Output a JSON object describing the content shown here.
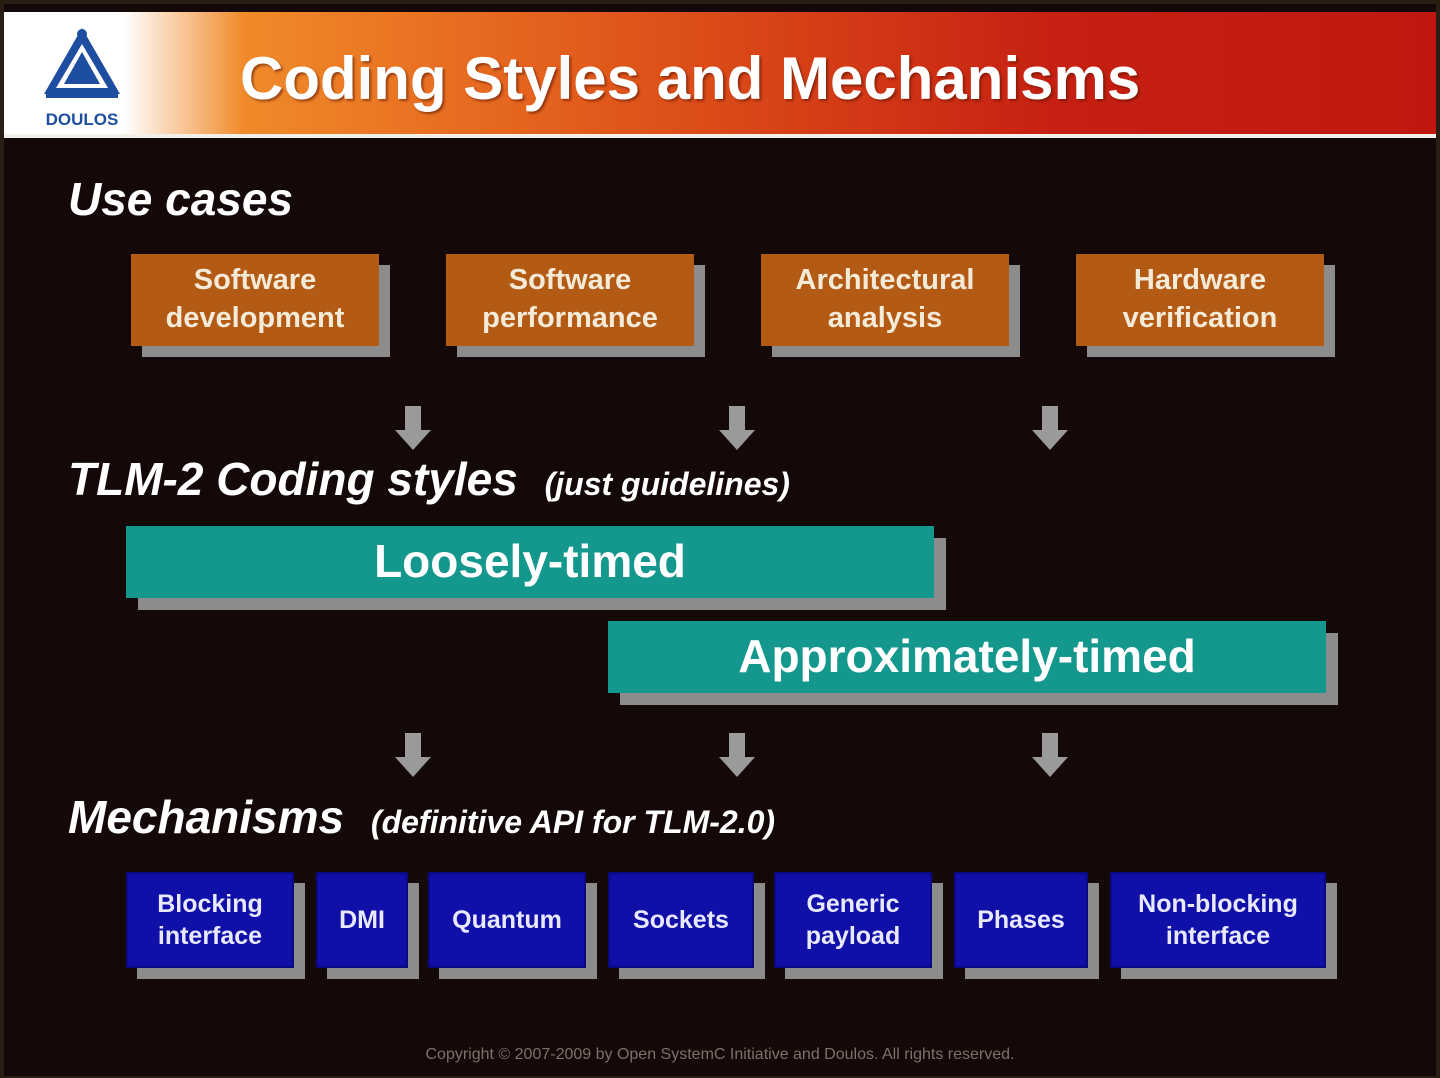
{
  "header": {
    "title": "Coding Styles and Mechanisms",
    "logo_text": "DOULOS"
  },
  "use_cases": {
    "heading": "Use cases",
    "items": [
      "Software\ndevelopment",
      "Software\nperformance",
      "Architectural\nanalysis",
      "Hardware\nverification"
    ]
  },
  "coding_styles": {
    "heading": "TLM-2 Coding styles",
    "note": "(just guidelines)",
    "loosely_timed": "Loosely-timed",
    "approximately_timed": "Approximately-timed"
  },
  "mechanisms": {
    "heading": "Mechanisms",
    "note": "(definitive API for TLM-2.0)",
    "items": [
      "Blocking\ninterface",
      "DMI",
      "Quantum",
      "Sockets",
      "Generic\npayload",
      "Phases",
      "Non-blocking\ninterface"
    ]
  },
  "footer": {
    "copyright": "Copyright © 2007-2009 by Open SystemC Initiative and Doulos. All rights reserved."
  },
  "colors": {
    "use_case_box": "#b35a14",
    "style_bar": "#14978c",
    "mechanism_box": "#1010a8",
    "shadow": "#8c8c8c"
  },
  "icons": [
    "doulos-logo",
    "down-arrow-icon"
  ]
}
